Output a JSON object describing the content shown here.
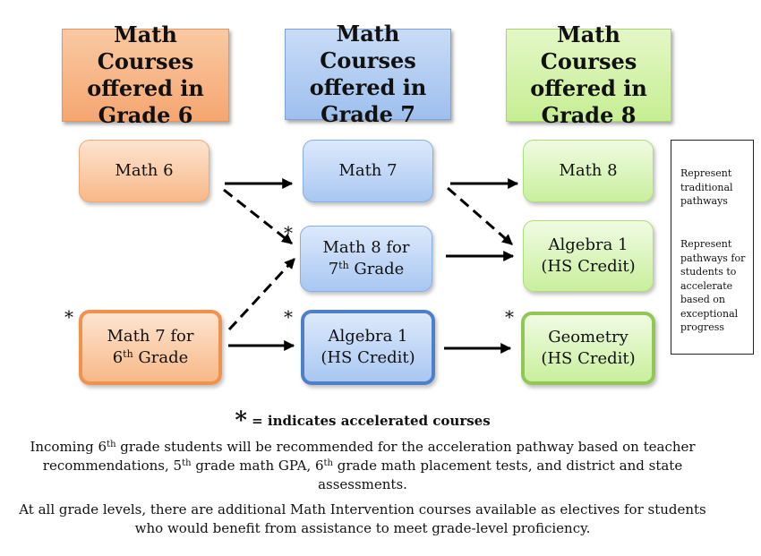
{
  "headers": {
    "g6": "Math Courses offered in Grade 6",
    "g7": "Math Courses offered in Grade 7",
    "g8": "Math Courses offered in Grade 8"
  },
  "courses": {
    "math6": "Math 6",
    "math7": "Math 7",
    "math8": "Math 8",
    "math8_7th": {
      "line1": "Math 8 for",
      "line2_pre": "7",
      "line2_sup": "th",
      "line2_post": " Grade"
    },
    "math7_6th": {
      "line1": "Math 7 for",
      "line2_pre": "6",
      "line2_sup": "th",
      "line2_post": " Grade"
    },
    "alg1_g7": {
      "line1": "Algebra 1",
      "line2": "(HS Credit)"
    },
    "alg1_g8": {
      "line1": "Algebra 1",
      "line2": "(HS Credit)"
    },
    "geometry": {
      "line1": "Geometry",
      "line2": "(HS Credit)"
    }
  },
  "star_symbol": "*",
  "legend": {
    "traditional": "Represent traditional pathways",
    "accelerate": "Represent pathways for students to accelerate based on exceptional progress"
  },
  "notes": {
    "star_symbol": "*",
    "star_text": " = indicates accelerated courses",
    "para1": {
      "a": "Incoming 6",
      "a_sup": "th",
      "b": " grade students will be recommended for the acceleration pathway based on teacher recommendations, 5",
      "b_sup": "th",
      "c": " grade math GPA, 6",
      "c_sup": "th",
      "d": " grade math placement tests, and district and state assessments."
    },
    "para2": "At all grade levels, there are additional Math Intervention courses available as electives for students who would benefit from assistance to meet grade-level proficiency."
  }
}
